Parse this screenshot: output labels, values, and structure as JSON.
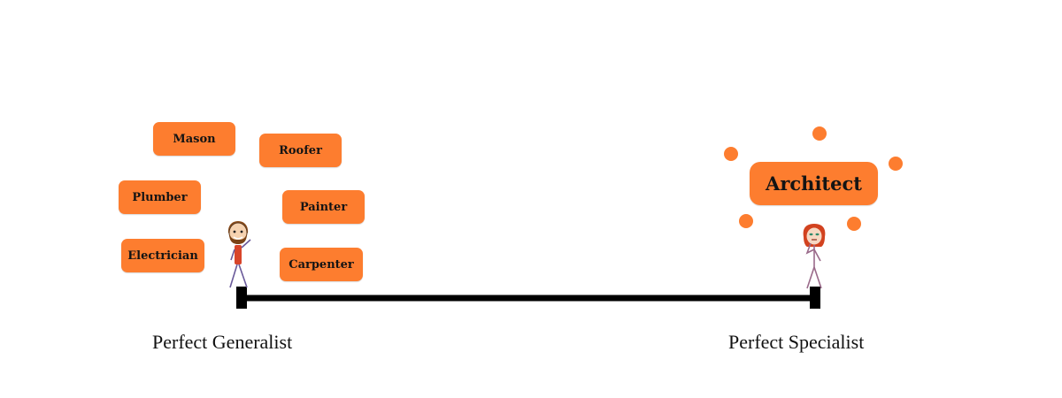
{
  "colors": {
    "accent": "#fd7d2f",
    "line": "#000000",
    "text": "#111111"
  },
  "generalist": {
    "label": "Perfect Generalist",
    "trades": [
      "Mason",
      "Roofer",
      "Plumber",
      "Painter",
      "Electrician",
      "Carpenter"
    ]
  },
  "specialist": {
    "label": "Perfect Specialist",
    "trade": "Architect"
  }
}
